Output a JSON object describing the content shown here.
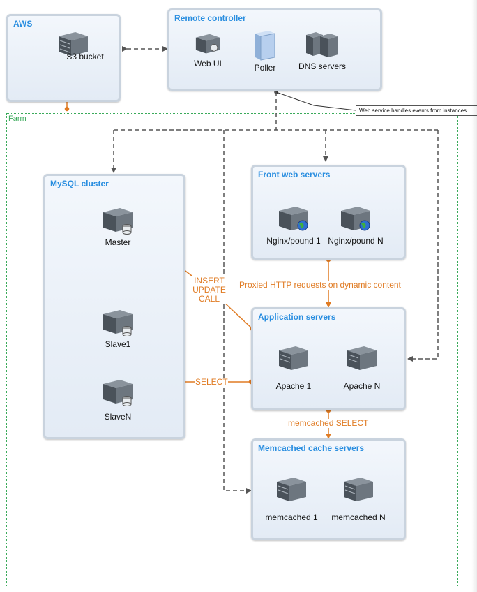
{
  "groups": {
    "aws": "AWS",
    "remote": "Remote controller",
    "farm": "Farm",
    "mysql": "MySQL cluster",
    "front": "Front web servers",
    "app": "Application servers",
    "memcached": "Memcached cache servers"
  },
  "nodes": {
    "s3": "S3 bucket",
    "webui": "Web UI",
    "poller": "Poller",
    "dns": "DNS servers",
    "master": "Master",
    "slave1": "Slave1",
    "slaven": "SlaveN",
    "nginx1": "Nginx/pound 1",
    "nginxn": "Nginx/pound N",
    "apache1": "Apache 1",
    "apachen": "Apache N",
    "memcached1": "memcached 1",
    "memcachedn": "memcached N"
  },
  "edges": {
    "insert": "INSERT",
    "update": "UPDATE",
    "call": "CALL",
    "select": "SELECT",
    "proxied": "Proxied HTTP requests on dynamic content",
    "memcached_select": "memcached SELECT"
  },
  "callout": "Web service handles events from instances",
  "colors": {
    "accent": "#e07b23",
    "title": "#2a8ee0",
    "dashed": "#555555",
    "farm_border": "#3aaa5a"
  }
}
